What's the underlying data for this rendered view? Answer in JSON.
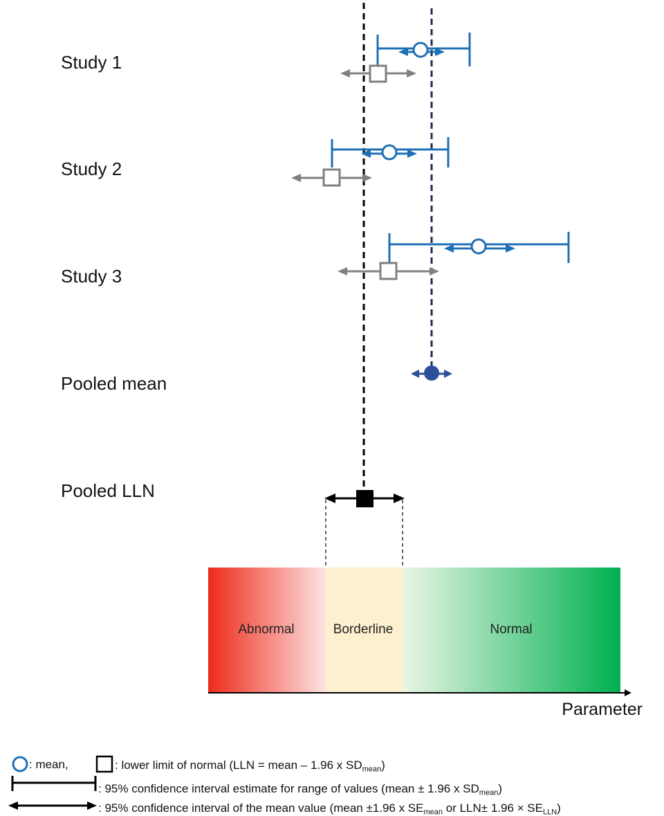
{
  "rows": [
    {
      "label": "Study 1"
    },
    {
      "label": "Study 2"
    },
    {
      "label": "Study 3"
    },
    {
      "label": "Pooled mean"
    },
    {
      "label": "Pooled LLN"
    }
  ],
  "zones": [
    {
      "label": "Abnormal"
    },
    {
      "label": "Borderline"
    },
    {
      "label": "Normal"
    }
  ],
  "axis": {
    "label": "Parameter"
  },
  "colors": {
    "mean": "#1f6fb5",
    "lln": "#808080",
    "pooled_mean": "#2b4f9a",
    "pooled_lln": "#000000",
    "abnormal": "#ee2a1b",
    "borderline": "#fdf0cf",
    "normal": "#00b050"
  },
  "legend": {
    "mean_text": ": mean,",
    "lln_text_prefix": ": lower limit of normal (LLN = mean – 1.96 x SD",
    "lln_text_sub": "mean",
    "lln_text_suffix": ")",
    "range_text_prefix": ": 95% confidence interval estimate for range of values (mean ± 1.96 x SD",
    "range_text_sub": "mean",
    "range_text_suffix": ")",
    "ci_text_prefix": ": 95% confidence interval of the mean value (mean ±1.96 x SE",
    "ci_text_sub1": "mean",
    "ci_text_mid": " or LLN± 1.96 × SE",
    "ci_text_sub2": "LLN",
    "ci_text_suffix": ")",
    "icons": [
      "circle-icon",
      "square-icon",
      "range-bar-icon",
      "double-arrow-icon"
    ]
  }
}
